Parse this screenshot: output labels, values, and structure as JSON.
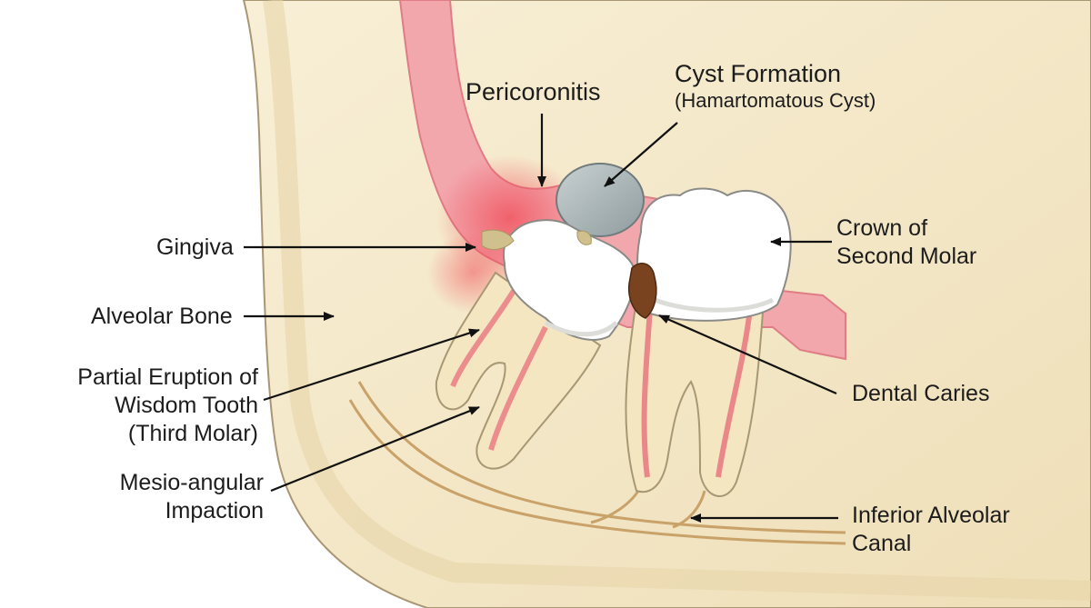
{
  "labels": {
    "pericoronitis": "Pericoronitis",
    "cyst": {
      "line1": "Cyst Formation",
      "line2": "(Hamartomatous Cyst)"
    },
    "gingiva": "Gingiva",
    "alveolar_bone": "Alveolar Bone",
    "partial_eruption": {
      "line1": "Partial Eruption of",
      "line2": "Wisdom Tooth",
      "line3": "(Third Molar)"
    },
    "mesio_angular": {
      "line1": "Mesio-angular",
      "line2": "Impaction"
    },
    "crown_second_molar": {
      "line1": "Crown of",
      "line2": "Second Molar"
    },
    "dental_caries": "Dental Caries",
    "inferior_canal": {
      "line1": "Inferior Alveolar",
      "line2": "Canal"
    }
  },
  "colors": {
    "bone": "#f3e6c4",
    "bone_light": "#f8efd6",
    "bone_outline": "#a89773",
    "gum": "#f2a7ad",
    "gum_dark": "#e8767f",
    "inflammation": "#f04a56",
    "enamel": "#ffffff",
    "enamel_shade": "#dcdcd8",
    "cyst": "#aab5b7",
    "caries": "#7a4320",
    "nerve": "#c9a26a",
    "arrow": "#111111"
  }
}
